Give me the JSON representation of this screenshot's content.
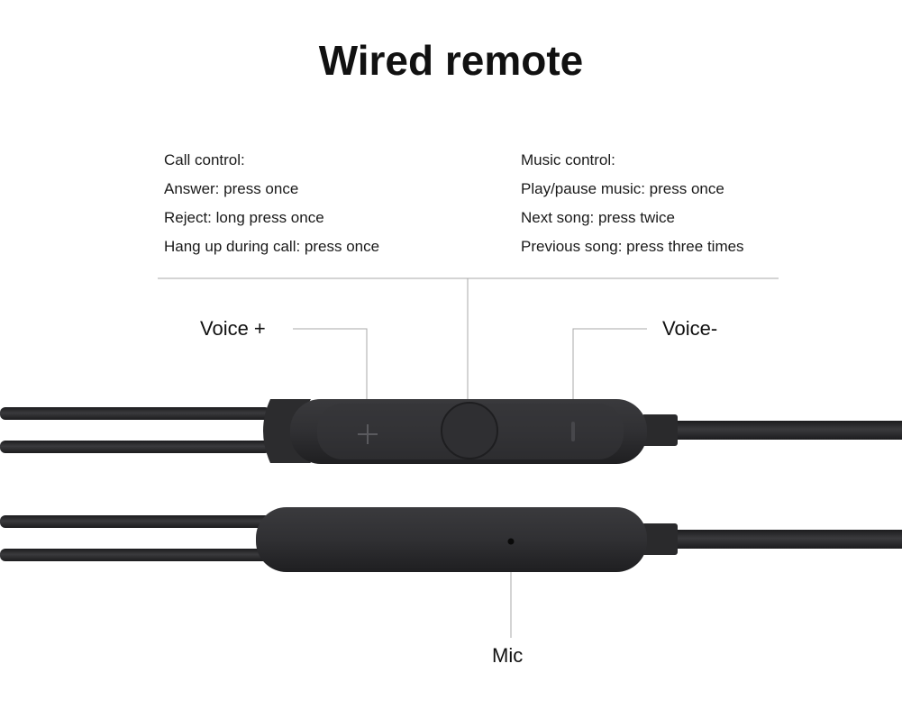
{
  "title": "Wired remote",
  "call_control": {
    "heading": "Call control:",
    "items": [
      "Answer: press once",
      "Reject: long press once",
      "Hang up during call: press once"
    ]
  },
  "music_control": {
    "heading": "Music control:",
    "items": [
      "Play/pause music: press once",
      "Next song: press twice",
      "Previous song: press three times"
    ]
  },
  "callouts": {
    "voice_plus": "Voice +",
    "voice_minus": "Voice-",
    "mic": "Mic"
  },
  "remote_buttons": {
    "plus_symbol": "+",
    "minus_symbol": "|"
  },
  "colors": {
    "body": "#2e2e30",
    "body_highlight": "#414144",
    "cable": "#2a2a2c",
    "leader_line": "#a8a8a8"
  }
}
